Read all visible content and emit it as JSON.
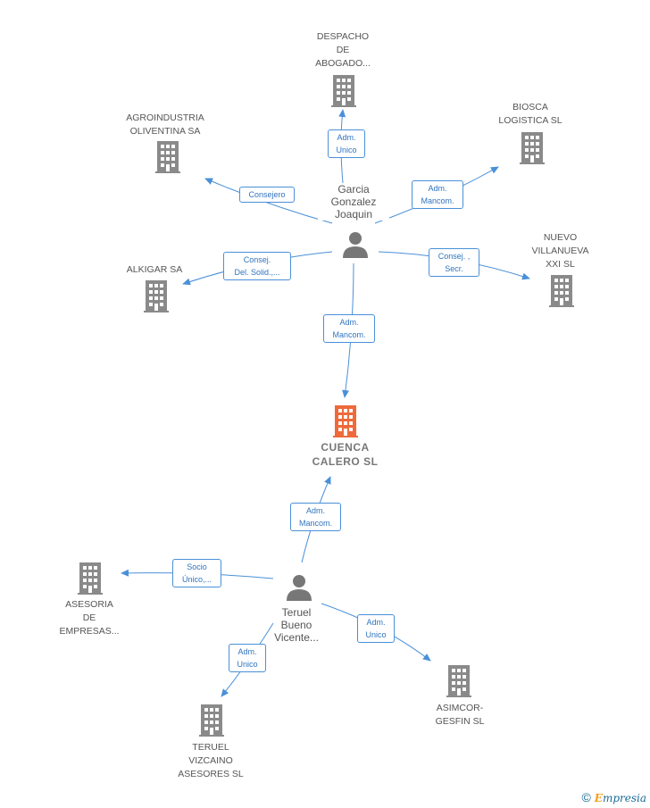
{
  "colors": {
    "edge": "#4a90d9",
    "building": "#8a8a8a",
    "main_building": "#ee6a3a",
    "person": "#777777"
  },
  "nodes": [
    {
      "id": "despacho",
      "lines": [
        "DESPACHO",
        "DE",
        "ABOGADO..."
      ]
    },
    {
      "id": "agro",
      "lines": [
        "AGROINDUSTRIA",
        "OLIVENTINA SA"
      ]
    },
    {
      "id": "biosca",
      "lines": [
        "BIOSCA",
        "LOGISTICA SL"
      ]
    },
    {
      "id": "nuevo",
      "lines": [
        "NUEVO",
        "VILLANUEVA",
        "XXI SL"
      ]
    },
    {
      "id": "alkigar",
      "lines": [
        "ALKIGAR SA"
      ]
    },
    {
      "id": "cuenca",
      "lines": [
        "CUENCA",
        "CALERO SL"
      ]
    },
    {
      "id": "asesoria",
      "lines": [
        "ASESORIA",
        "DE",
        "EMPRESAS..."
      ]
    },
    {
      "id": "asimcor",
      "lines": [
        "ASIMCOR-",
        "GESFIN SL"
      ]
    },
    {
      "id": "teruel_v",
      "lines": [
        "TERUEL",
        "VIZCAINO",
        "ASESORES SL"
      ]
    }
  ],
  "persons": [
    {
      "id": "garcia",
      "lines": [
        "Garcia",
        "Gonzalez",
        "Joaquin"
      ]
    },
    {
      "id": "teruel_b",
      "lines": [
        "Teruel",
        "Bueno",
        "Vicente..."
      ]
    }
  ],
  "edges": [
    {
      "id": "e_despacho",
      "lines": [
        "Adm.",
        "Unico"
      ]
    },
    {
      "id": "e_agro",
      "lines": [
        "Consejero"
      ]
    },
    {
      "id": "e_biosca",
      "lines": [
        "Adm.",
        "Mancom."
      ]
    },
    {
      "id": "e_nuevo",
      "lines": [
        "Consej. ,",
        "Secr."
      ]
    },
    {
      "id": "e_alkigar",
      "lines": [
        "Consej.",
        "Del. Solid.,..."
      ]
    },
    {
      "id": "e_cuenca_g",
      "lines": [
        "Adm.",
        "Mancom."
      ]
    },
    {
      "id": "e_cuenca_t",
      "lines": [
        "Adm.",
        "Mancom."
      ]
    },
    {
      "id": "e_asesoria",
      "lines": [
        "Socio",
        "Único,..."
      ]
    },
    {
      "id": "e_asimcor",
      "lines": [
        "Adm.",
        "Unico"
      ]
    },
    {
      "id": "e_teruel_v",
      "lines": [
        "Adm.",
        "Unico"
      ]
    }
  ],
  "footer": {
    "copyright": "©",
    "brand_initial": "E",
    "brand_rest": "mpresia"
  }
}
